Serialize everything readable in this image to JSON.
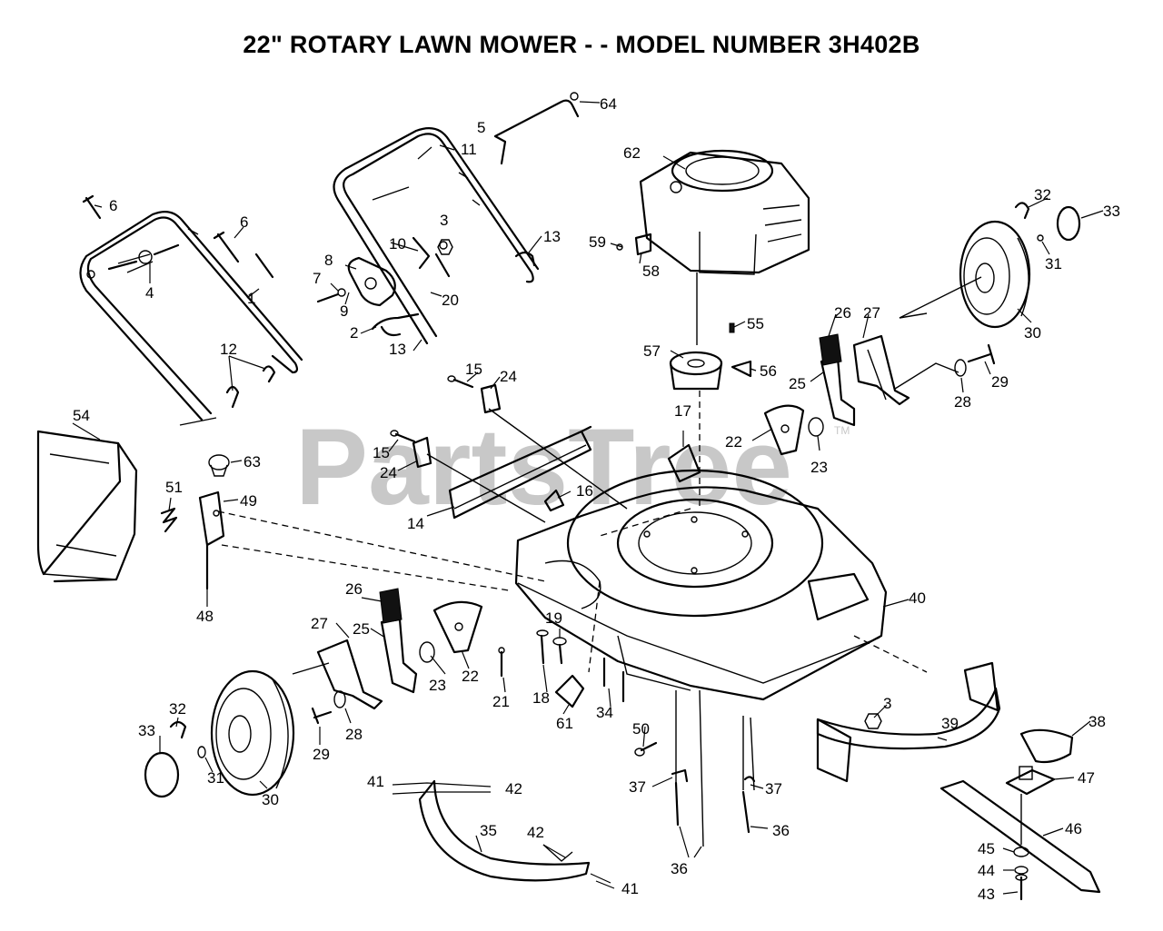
{
  "title": "22\" ROTARY LAWN MOWER  - -  MODEL NUMBER 3H402B",
  "watermark": "PartsTree",
  "watermark_tm": "TM",
  "colors": {
    "ink": "#000000",
    "watermark": "#c8c8c8",
    "background": "#ffffff"
  },
  "callouts": {
    "c1": "1",
    "c2": "2",
    "c3a": "3",
    "c3b": "3",
    "c4": "4",
    "c5": "5",
    "c6a": "6",
    "c6b": "6",
    "c7": "7",
    "c8": "8",
    "c9": "9",
    "c10": "10",
    "c11": "11",
    "c12": "12",
    "c13a": "13",
    "c13b": "13",
    "c14": "14",
    "c15a": "15",
    "c15b": "15",
    "c16": "16",
    "c17": "17",
    "c18": "18",
    "c19": "19",
    "c20": "20",
    "c21": "21",
    "c22a": "22",
    "c22b": "22",
    "c23a": "23",
    "c23b": "23",
    "c24a": "24",
    "c24b": "24",
    "c25a": "25",
    "c25b": "25",
    "c26a": "26",
    "c26b": "26",
    "c27a": "27",
    "c27b": "27",
    "c28a": "28",
    "c28b": "28",
    "c29a": "29",
    "c29b": "29",
    "c30a": "30",
    "c30b": "30",
    "c31a": "31",
    "c31b": "31",
    "c32a": "32",
    "c32b": "32",
    "c33a": "33",
    "c33b": "33",
    "c34": "34",
    "c35": "35",
    "c36a": "36",
    "c36b": "36",
    "c37a": "37",
    "c37b": "37",
    "c38": "38",
    "c39": "39",
    "c40": "40",
    "c41a": "41",
    "c41b": "41",
    "c42a": "42",
    "c42b": "42",
    "c43": "43",
    "c44": "44",
    "c45": "45",
    "c46": "46",
    "c47": "47",
    "c48": "48",
    "c49": "49",
    "c50": "50",
    "c51": "51",
    "c54": "54",
    "c55": "55",
    "c56": "56",
    "c57": "57",
    "c58": "58",
    "c59": "59",
    "c61": "61",
    "c62": "62",
    "c63": "63",
    "c64": "64"
  }
}
